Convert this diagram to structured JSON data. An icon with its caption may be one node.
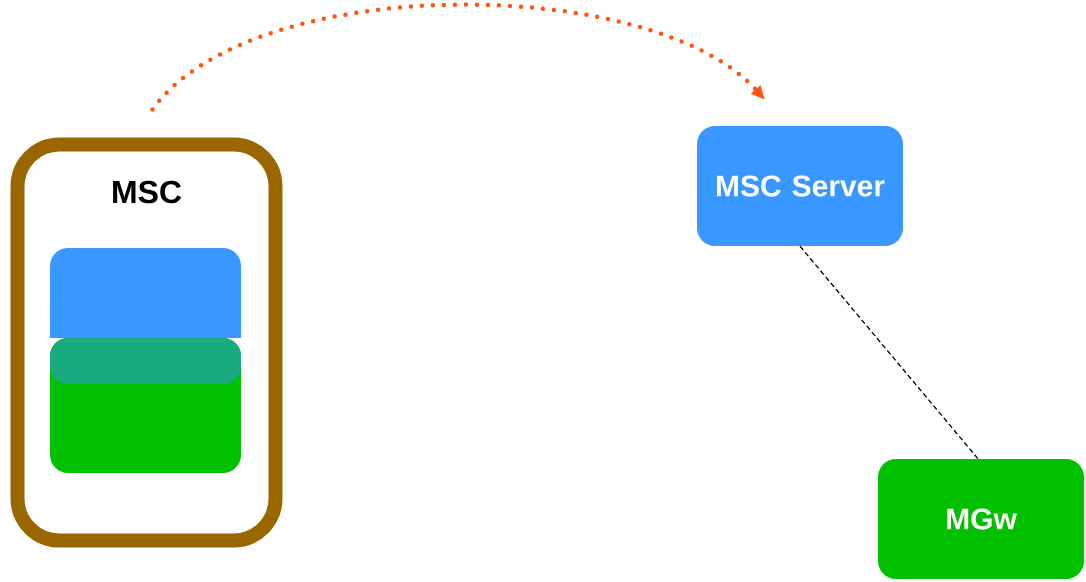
{
  "diagram": {
    "nodes": [
      {
        "text": [
          "MSC"
        ]
      },
      {
        "text": [],
        "shape": "box",
        "in": 0
      },
      {
        "text": [],
        "shape": "box",
        "in": 0
      },
      {
        "text": [
          "MSC Server"
        ]
      },
      {
        "text": [
          "MGw"
        ]
      }
    ],
    "edges": [
      {
        "from": 0,
        "to": 3,
        "arrow": "to",
        "style": "dashed",
        "color": "#ff5511"
      },
      {
        "from": 3,
        "to": 4,
        "arrow": "none",
        "style": "dashed",
        "color": "#000000"
      }
    ]
  }
}
